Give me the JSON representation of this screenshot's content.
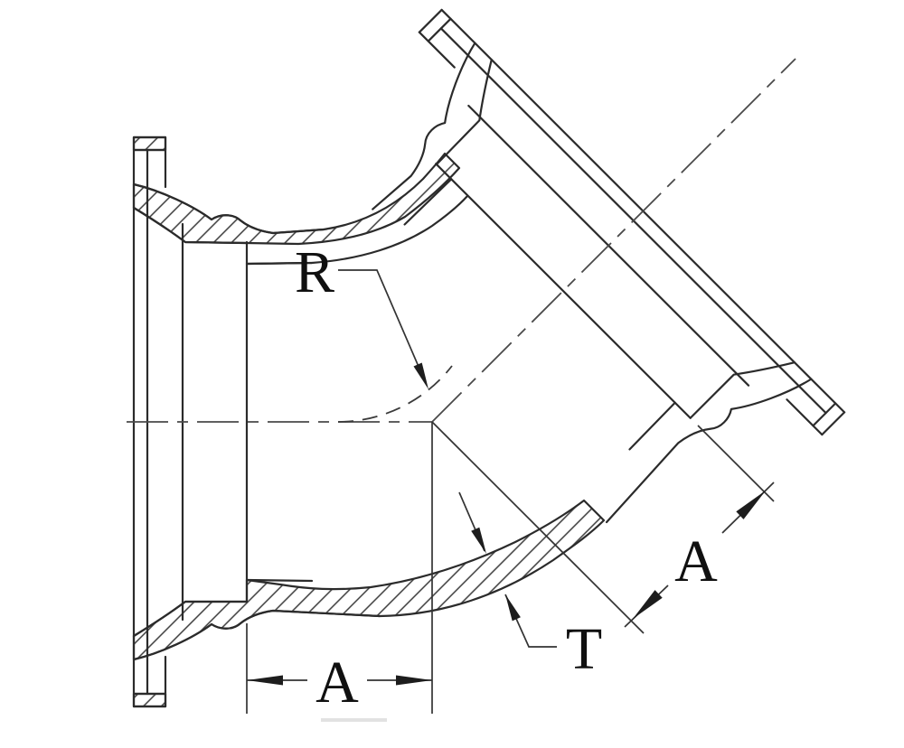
{
  "page": {
    "background": "#ffffff"
  },
  "drawing": {
    "description": "Cross-section technical drawing of a 45-degree mechanical joint bend pipe fitting with two bell ends",
    "labels": {
      "bend_radius": "R",
      "run_center_to_bell": "A",
      "diagonal_center_to_bell": "A",
      "wall_thickness": "T"
    },
    "colors": {
      "line": "#2b2b2b",
      "centerline": "#4a4a4a",
      "dimension": "#333333",
      "text": "#101010",
      "background": "#ffffff"
    }
  }
}
